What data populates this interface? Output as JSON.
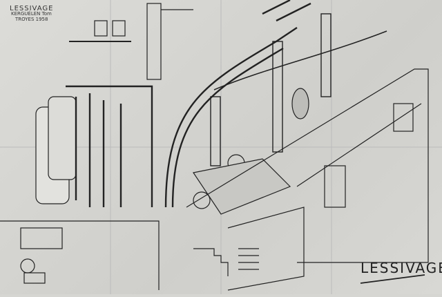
{
  "header": {
    "name": "LESSIVAGE",
    "author": "KERGUÉLEN Tom",
    "place_year": "TROYES 1958"
  },
  "title": "LESSIVAGE"
}
